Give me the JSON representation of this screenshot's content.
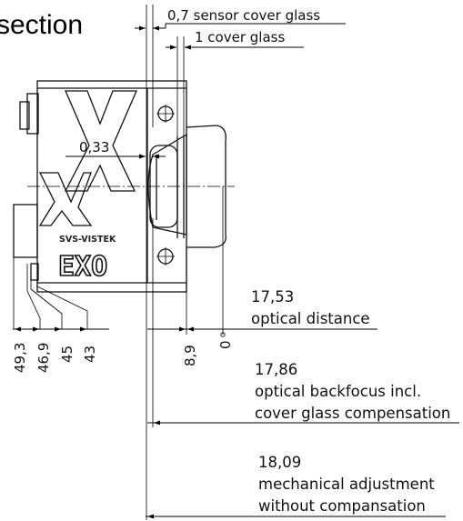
{
  "title": "section",
  "brand": {
    "small_logo": "SVS-VISTEK",
    "model_logo": "EXO"
  },
  "annotations": {
    "sensor_cover_glass": "0,7 sensor cover glass",
    "cover_glass": "1 cover glass",
    "sensor_depth": "0,33"
  },
  "dimensions_bottom": {
    "d1": "49,3",
    "d2": "46,9",
    "d3": "45",
    "d4": "43",
    "d5": "8,9",
    "d6": "0"
  },
  "callouts": {
    "optical_distance": {
      "value": "17,53",
      "label": "optical distance"
    },
    "backfocus": {
      "value": "17,86",
      "line1": "optical backfocus incl.",
      "line2": "cover glass compensation"
    },
    "mechanical": {
      "value": "18,09",
      "line1": "mechanical adjustment",
      "line2": "without compansation"
    }
  }
}
